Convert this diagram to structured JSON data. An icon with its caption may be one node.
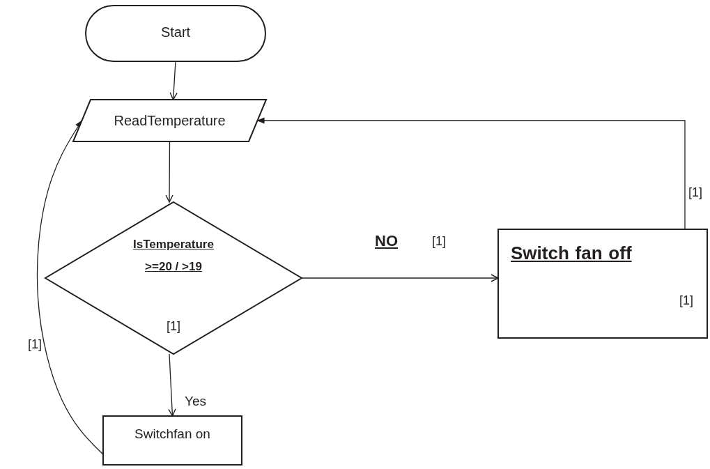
{
  "diagram": {
    "nodes": [
      {
        "text": [
          "Start"
        ]
      },
      {
        "text": [
          "ReadTemperature"
        ]
      },
      {
        "text": [
          "IsTemperature >=20 / >19",
          "[1]"
        ]
      },
      {
        "text": [
          "Switch fan off",
          "[1]"
        ]
      },
      {
        "text": [
          "Switchfan on"
        ]
      }
    ],
    "edges": [
      {
        "from": 0,
        "to": 1,
        "arrow": "to"
      },
      {
        "from": 1,
        "to": 2,
        "arrow": "to"
      },
      {
        "from": 2,
        "to": 3,
        "arrow": "to",
        "label": "NO"
      },
      {
        "from": 2,
        "to": 4,
        "arrow": "to",
        "label": "Yes"
      },
      {
        "from": 4,
        "to": 1,
        "arrow": "to"
      },
      {
        "from": 3,
        "to": 1,
        "arrow": "to"
      }
    ],
    "labels": [
      "[1]",
      "[1]",
      "[1]"
    ]
  }
}
